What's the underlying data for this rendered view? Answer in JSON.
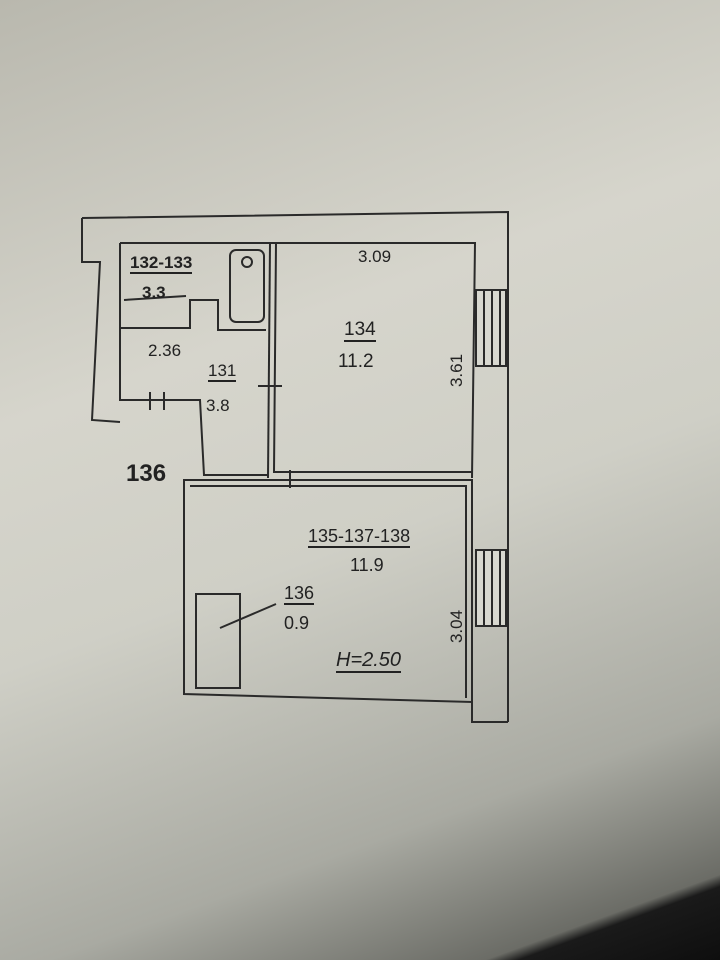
{
  "plan": {
    "rooms": [
      {
        "id": "132-133",
        "area": "3.3"
      },
      {
        "id": "131",
        "area": "3.8"
      },
      {
        "id": "134",
        "area": "11.2"
      },
      {
        "id": "135-137-138",
        "area": "11.9"
      },
      {
        "id": "136",
        "area": "0.9"
      }
    ],
    "dimensions": {
      "bath_width": "2.36",
      "room134_width": "3.09",
      "room134_depth": "3.61",
      "room135_depth": "3.04"
    },
    "neighbor_label": "136",
    "ceiling_height": "H=2.50"
  }
}
